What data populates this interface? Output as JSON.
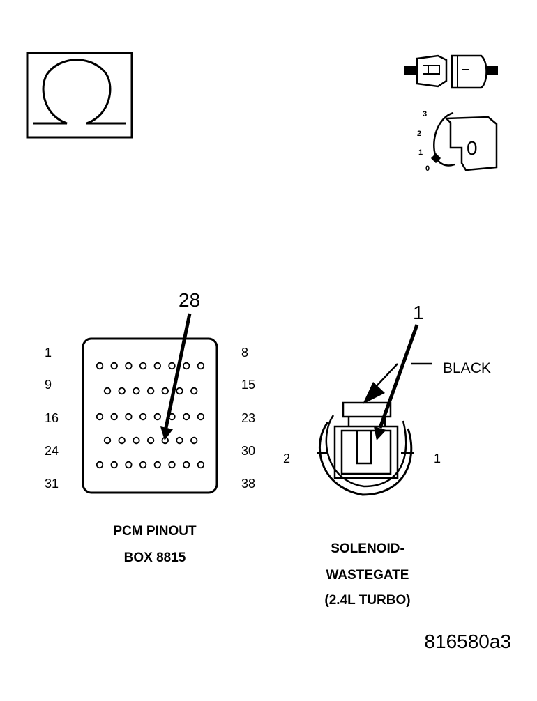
{
  "ohm_symbol": "Ω",
  "ignition_icon": "ignition-off-key-icon",
  "ignition": {
    "positions": [
      "3",
      "2",
      "1",
      "0"
    ],
    "key_label": "0"
  },
  "pcm": {
    "callout": "28",
    "row_labels_left": [
      "1",
      "9",
      "16",
      "24",
      "31"
    ],
    "row_labels_right": [
      "8",
      "15",
      "23",
      "30",
      "38"
    ],
    "caption_line1": "PCM PINOUT",
    "caption_line2": "BOX 8815"
  },
  "solenoid": {
    "callout": "1",
    "color_label": "BLACK",
    "pin_left": "2",
    "pin_right": "1",
    "caption_line1": "SOLENOID-",
    "caption_line2": "WASTEGATE",
    "caption_line3": "(2.4L TURBO)"
  },
  "figure_code": "816580a3"
}
